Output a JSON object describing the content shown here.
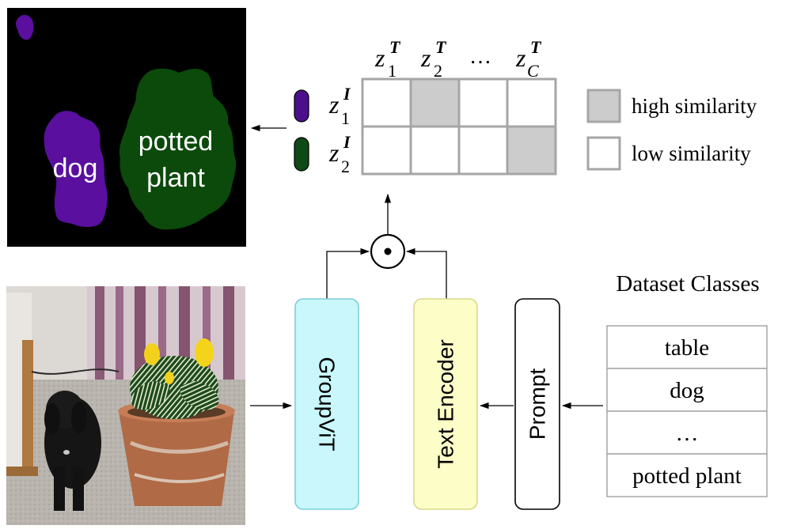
{
  "segmentation": {
    "labels": [
      "dog",
      "potted plant"
    ],
    "label_lines": {
      "dog": [
        "dog"
      ],
      "potted plant": [
        "potted",
        "plant"
      ]
    },
    "colors": {
      "background": "#000000",
      "dog": "#5a0f9e",
      "potted_plant": "#0b4a0b"
    }
  },
  "matrix": {
    "column_headers": [
      {
        "base": "z",
        "sup": "T",
        "sub": "1"
      },
      {
        "base": "z",
        "sup": "T",
        "sub": "2"
      },
      {
        "base": "…",
        "sup": "",
        "sub": ""
      },
      {
        "base": "z",
        "sup": "T",
        "sub": "C"
      }
    ],
    "row_headers": [
      {
        "base": "z",
        "sup": "I",
        "sub": "1"
      },
      {
        "base": "z",
        "sup": "I",
        "sub": "2"
      }
    ],
    "row_token_colors": [
      "#4b0f8c",
      "#0d4a16"
    ],
    "cells": [
      [
        "low",
        "high",
        "low",
        "low"
      ],
      [
        "low",
        "low",
        "low",
        "high"
      ]
    ],
    "colors": {
      "high": "#cccccc",
      "low": "#ffffff",
      "border": "#a6a6a6"
    }
  },
  "legend": {
    "items": [
      {
        "key": "high",
        "label": "high similarity"
      },
      {
        "key": "low",
        "label": "low similarity"
      }
    ]
  },
  "operator": {
    "symbol": "dot-product-icon"
  },
  "blocks": {
    "groupvit": {
      "label": "GroupViT",
      "fill": "#c9f7fb",
      "stroke": "#7dcfd9"
    },
    "text_encoder": {
      "label": "Text Encoder",
      "fill": "#fdfdc8",
      "stroke": "#d9d98a"
    },
    "prompt": {
      "label": "Prompt",
      "fill": "#ffffff",
      "stroke": "#000000"
    }
  },
  "dataset": {
    "title": "Dataset Classes",
    "classes": [
      "table",
      "dog",
      "…",
      "potted plant"
    ]
  }
}
